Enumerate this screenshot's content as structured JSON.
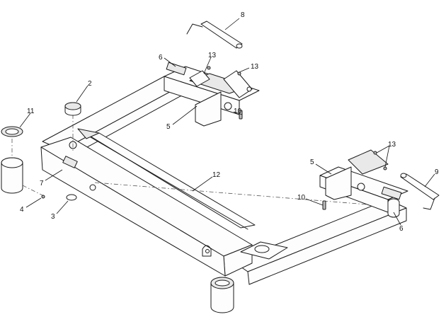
{
  "diagram": {
    "callouts": [
      {
        "id": "c1",
        "label": "8"
      },
      {
        "id": "c2",
        "label": "6"
      },
      {
        "id": "c3",
        "label": "13"
      },
      {
        "id": "c4",
        "label": "13"
      },
      {
        "id": "c5",
        "label": "2"
      },
      {
        "id": "c6",
        "label": "11"
      },
      {
        "id": "c7",
        "label": "5"
      },
      {
        "id": "c8",
        "label": "10"
      },
      {
        "id": "c9",
        "label": "13"
      },
      {
        "id": "c10",
        "label": "5"
      },
      {
        "id": "c11",
        "label": "9"
      },
      {
        "id": "c12",
        "label": "12"
      },
      {
        "id": "c13",
        "label": "7"
      },
      {
        "id": "c14",
        "label": "4"
      },
      {
        "id": "c15",
        "label": "3"
      },
      {
        "id": "c16",
        "label": "10"
      },
      {
        "id": "c17",
        "label": "6"
      }
    ]
  }
}
